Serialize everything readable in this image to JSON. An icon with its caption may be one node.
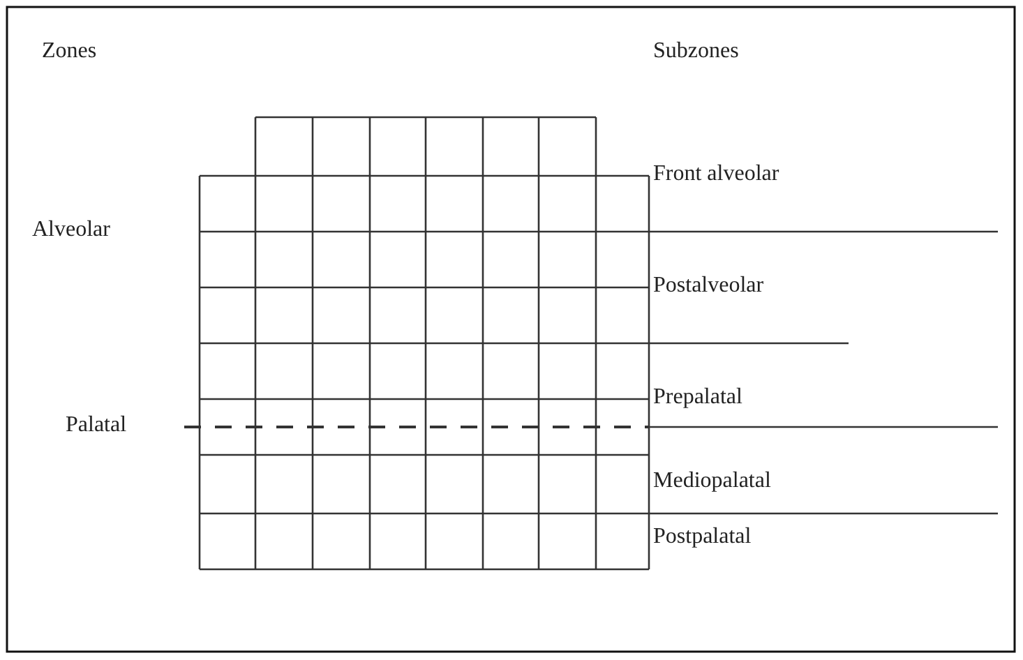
{
  "diagram": {
    "labels": [
      "Zones",
      "Subzones",
      "Front alveolar",
      "Alveolar",
      "Postalveolar",
      "Prepalatal",
      "Palatal",
      "Mediopalatal",
      "Postpalatal"
    ]
  }
}
